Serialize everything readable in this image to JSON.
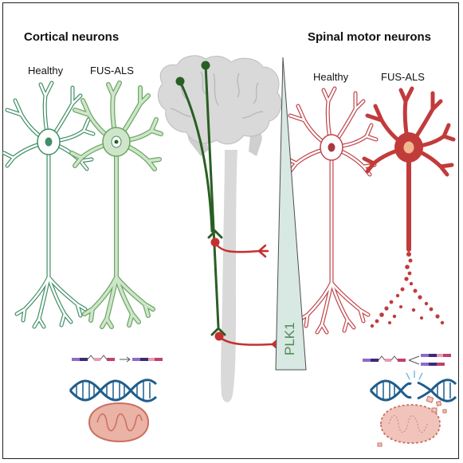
{
  "labels": {
    "cortical_heading": "Cortical neurons",
    "spinal_heading": "Spinal motor neurons",
    "cortical_healthy": "Healthy",
    "cortical_fus": "FUS-ALS",
    "spinal_healthy": "Healthy",
    "spinal_fus": "FUS-ALS",
    "gradient": "PLK1"
  },
  "colors": {
    "cortical_healthy": "#3f8f66",
    "cortical_fus_fill": "#cfe5c9",
    "cortical_fus_stroke": "#6aa564",
    "spinal_healthy": "#c0444a",
    "spinal_fus_fill": "#c23b3b",
    "tract_green": "#2a5e24",
    "tract_red": "#c62f2f",
    "brain_fill": "#d9d9d9",
    "gradient_fill": "#d8e8e2",
    "dna_blue": "#1f5d8c",
    "mito_fill": "#ebb2a6",
    "transcript_purple": "#6a4aa3",
    "transcript_magenta": "#c1406a"
  }
}
